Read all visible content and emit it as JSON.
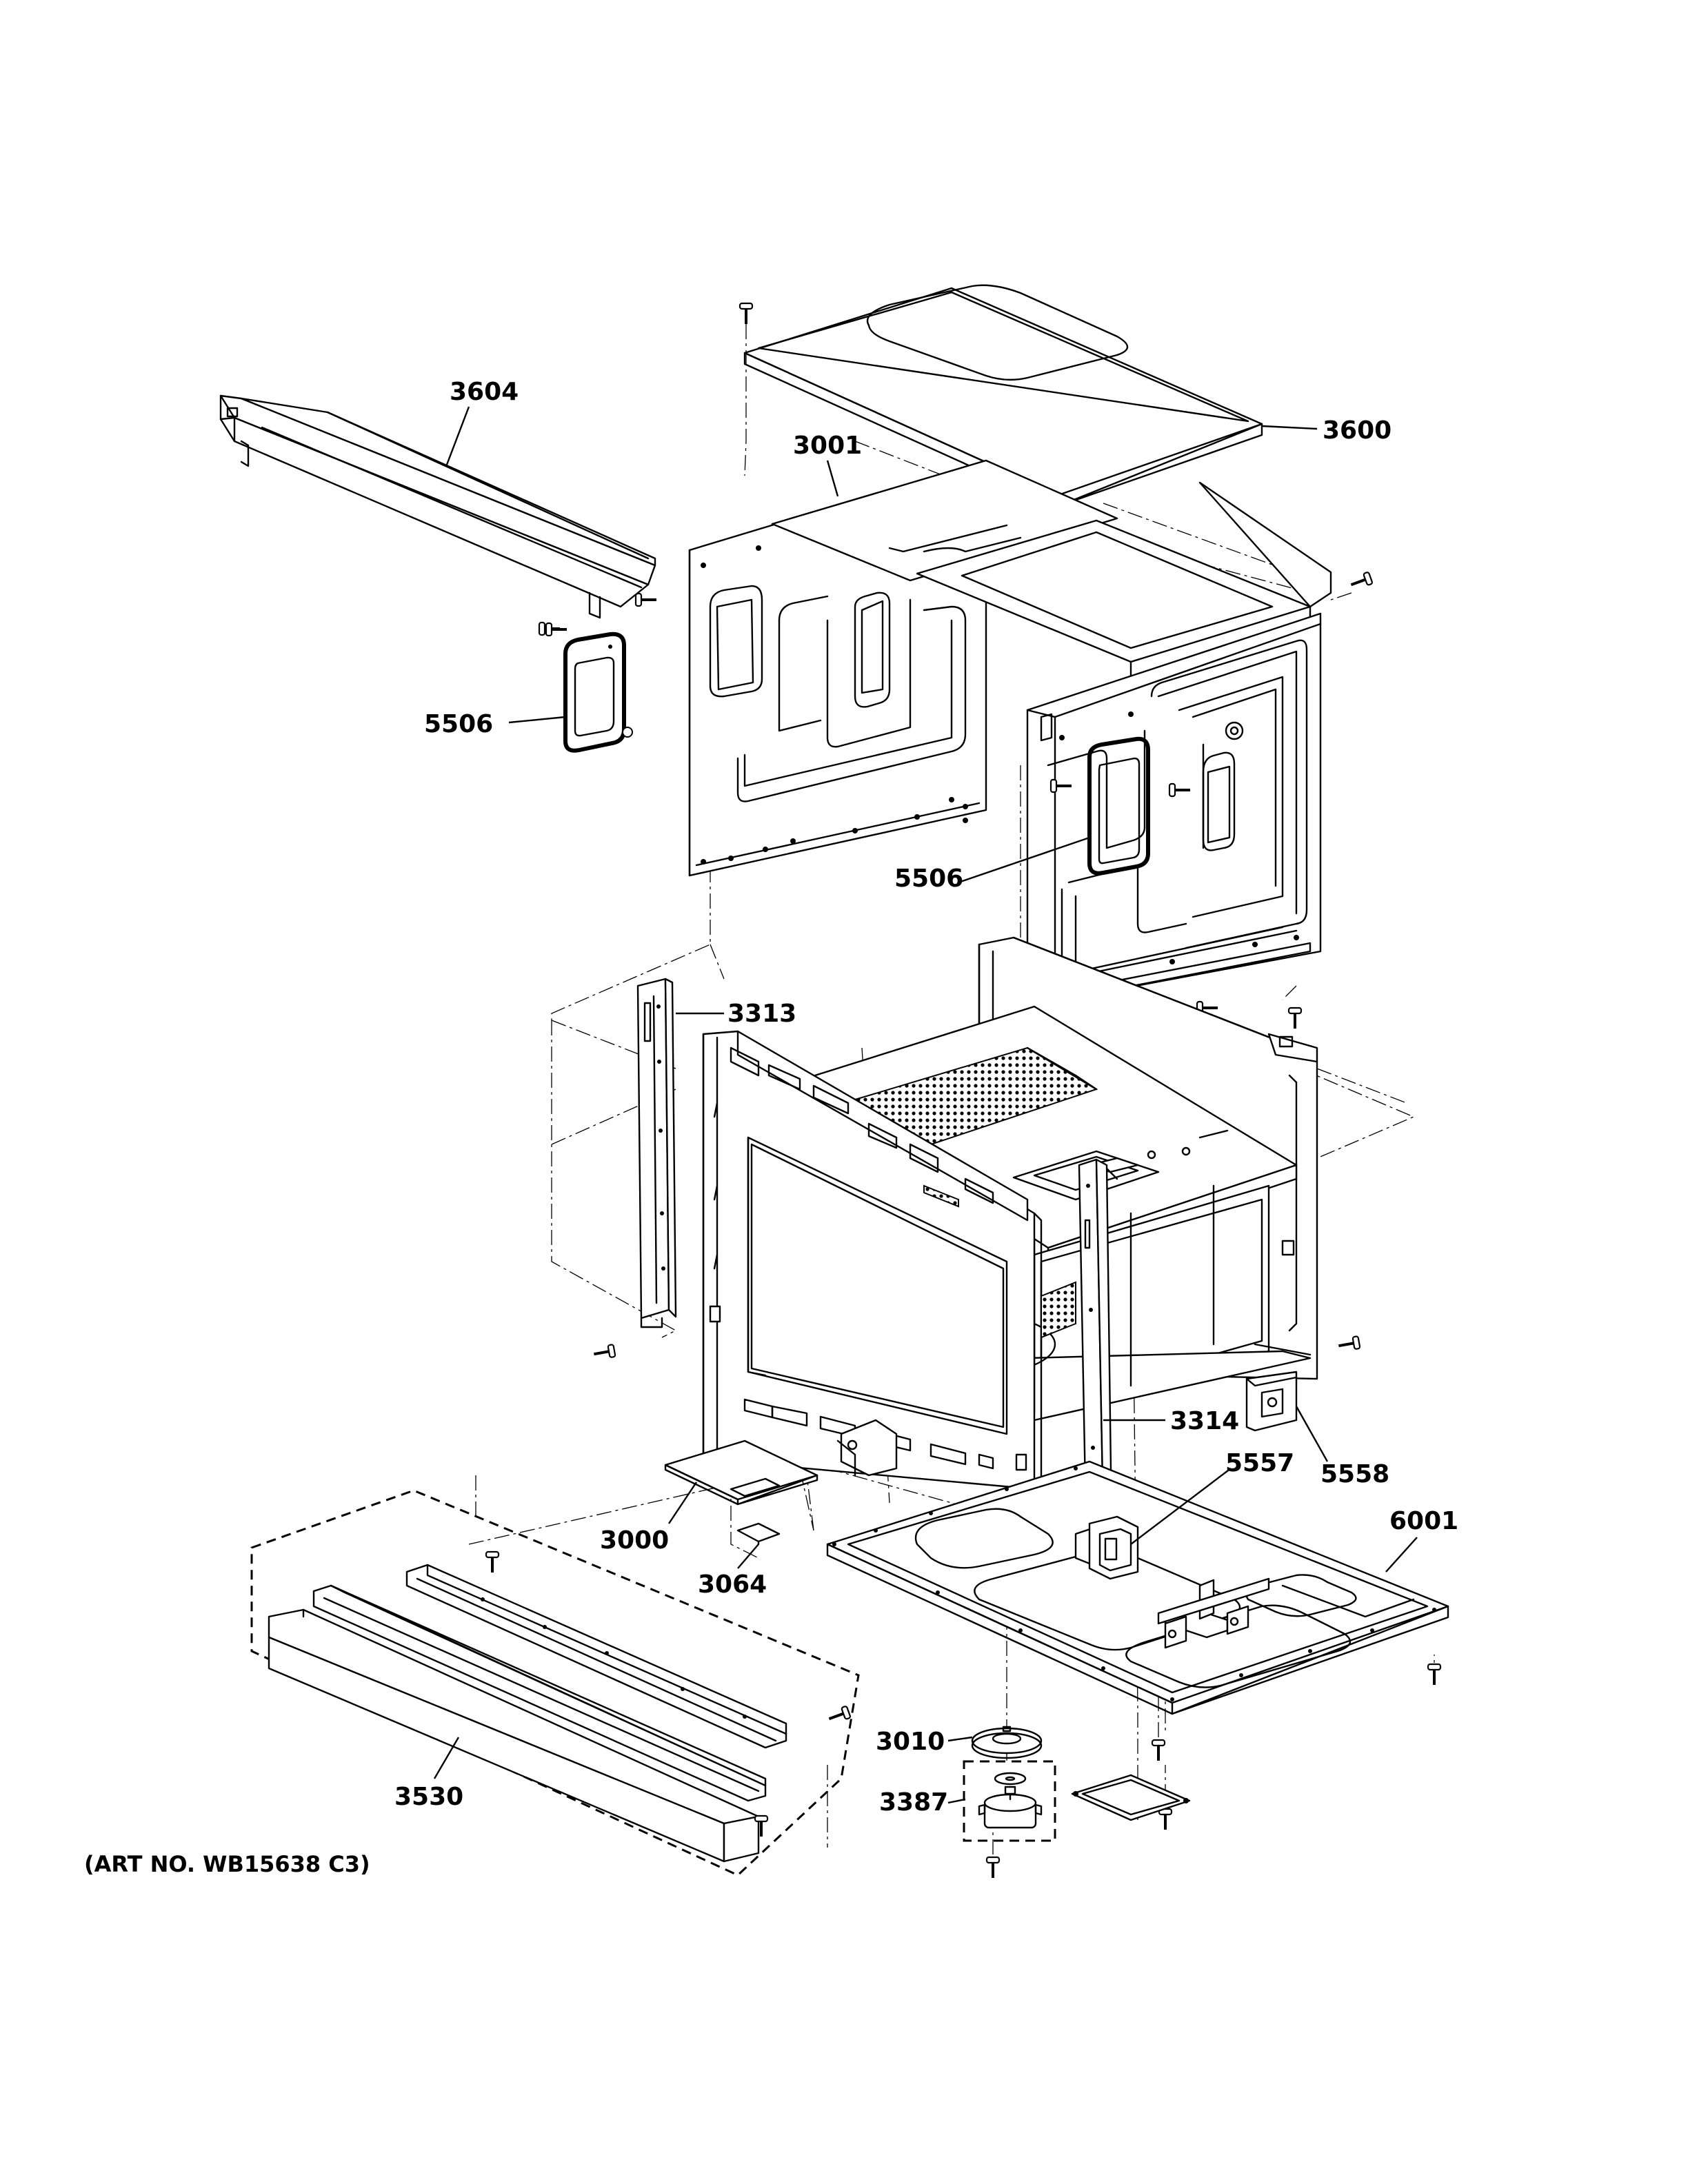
{
  "diagram": {
    "art_number": "(ART NO. WB15638 C3)",
    "parts": [
      {
        "id": "p3604",
        "label": "3604"
      },
      {
        "id": "p3001",
        "label": "3001"
      },
      {
        "id": "p3600",
        "label": "3600"
      },
      {
        "id": "p5506a",
        "label": "5506"
      },
      {
        "id": "p5506b",
        "label": "5506"
      },
      {
        "id": "p3313",
        "label": "3313"
      },
      {
        "id": "p3314",
        "label": "3314"
      },
      {
        "id": "p5557",
        "label": "5557"
      },
      {
        "id": "p5558",
        "label": "5558"
      },
      {
        "id": "p6001",
        "label": "6001"
      },
      {
        "id": "p3000",
        "label": "3000"
      },
      {
        "id": "p3064",
        "label": "3064"
      },
      {
        "id": "p3010",
        "label": "3010"
      },
      {
        "id": "p3387",
        "label": "3387"
      },
      {
        "id": "p3530",
        "label": "3530"
      }
    ]
  }
}
